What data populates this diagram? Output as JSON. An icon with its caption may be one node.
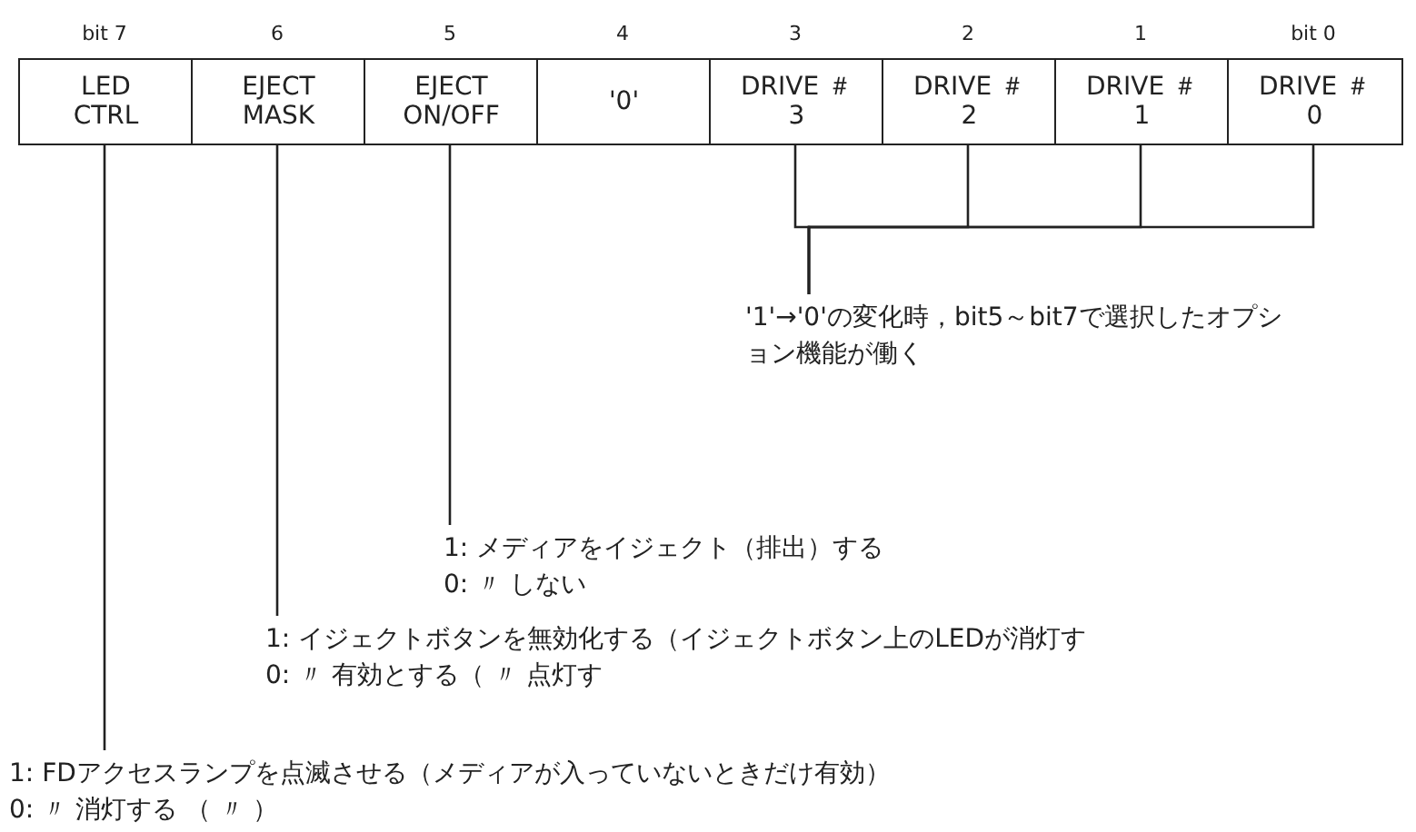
{
  "diagram": {
    "nodes": [
      {
        "text": [
          "LED CTRL"
        ],
        "beside": [
          "bit 7"
        ]
      },
      {
        "text": [
          "EJECT MASK"
        ],
        "beside": [
          "6"
        ]
      },
      {
        "text": [
          "EJECT ON/OFF"
        ],
        "beside": [
          "5"
        ]
      },
      {
        "text": [
          "'0'"
        ],
        "beside": [
          "4"
        ]
      },
      {
        "text": [
          "DRIVE ＃3"
        ],
        "beside": [
          "3"
        ]
      },
      {
        "text": [
          "DRIVE ＃2"
        ],
        "beside": [
          "2"
        ]
      },
      {
        "text": [
          "DRIVE ＃1"
        ],
        "beside": [
          "1"
        ]
      },
      {
        "text": [
          "DRIVE ＃0"
        ],
        "beside": [
          "bit 0"
        ]
      },
      {
        "text": [
          "'1'→'0'の変化時，bit5～bit7で選択したオプション機能が働く"
        ]
      },
      {
        "text": [
          "1: メディアをイジェクト（排出）する",
          "0: 〃 しない"
        ]
      },
      {
        "text": [
          "1: イジェクトボタンを無効化する（イジェクトボタン上のLEDが消灯す",
          "0: 〃 有効とする（ 〃 点灯す"
        ]
      },
      {
        "text": [
          "1: FDアクセスランプを点滅させる（メディアが入っていないときだけ有効）",
          "0: 〃 消灯する （ 〃 ）"
        ]
      }
    ],
    "edges": [
      {
        "from": 0,
        "to": 11,
        "arrow": "none"
      },
      {
        "from": 1,
        "to": 10,
        "arrow": "none"
      },
      {
        "from": 2,
        "to": 9,
        "arrow": "none"
      },
      {
        "from": 4,
        "to": 8,
        "arrow": "none"
      },
      {
        "from": 5,
        "to": 8,
        "arrow": "none"
      },
      {
        "from": 6,
        "to": 8,
        "arrow": "none"
      },
      {
        "from": 7,
        "to": 8,
        "arrow": "none"
      }
    ]
  }
}
